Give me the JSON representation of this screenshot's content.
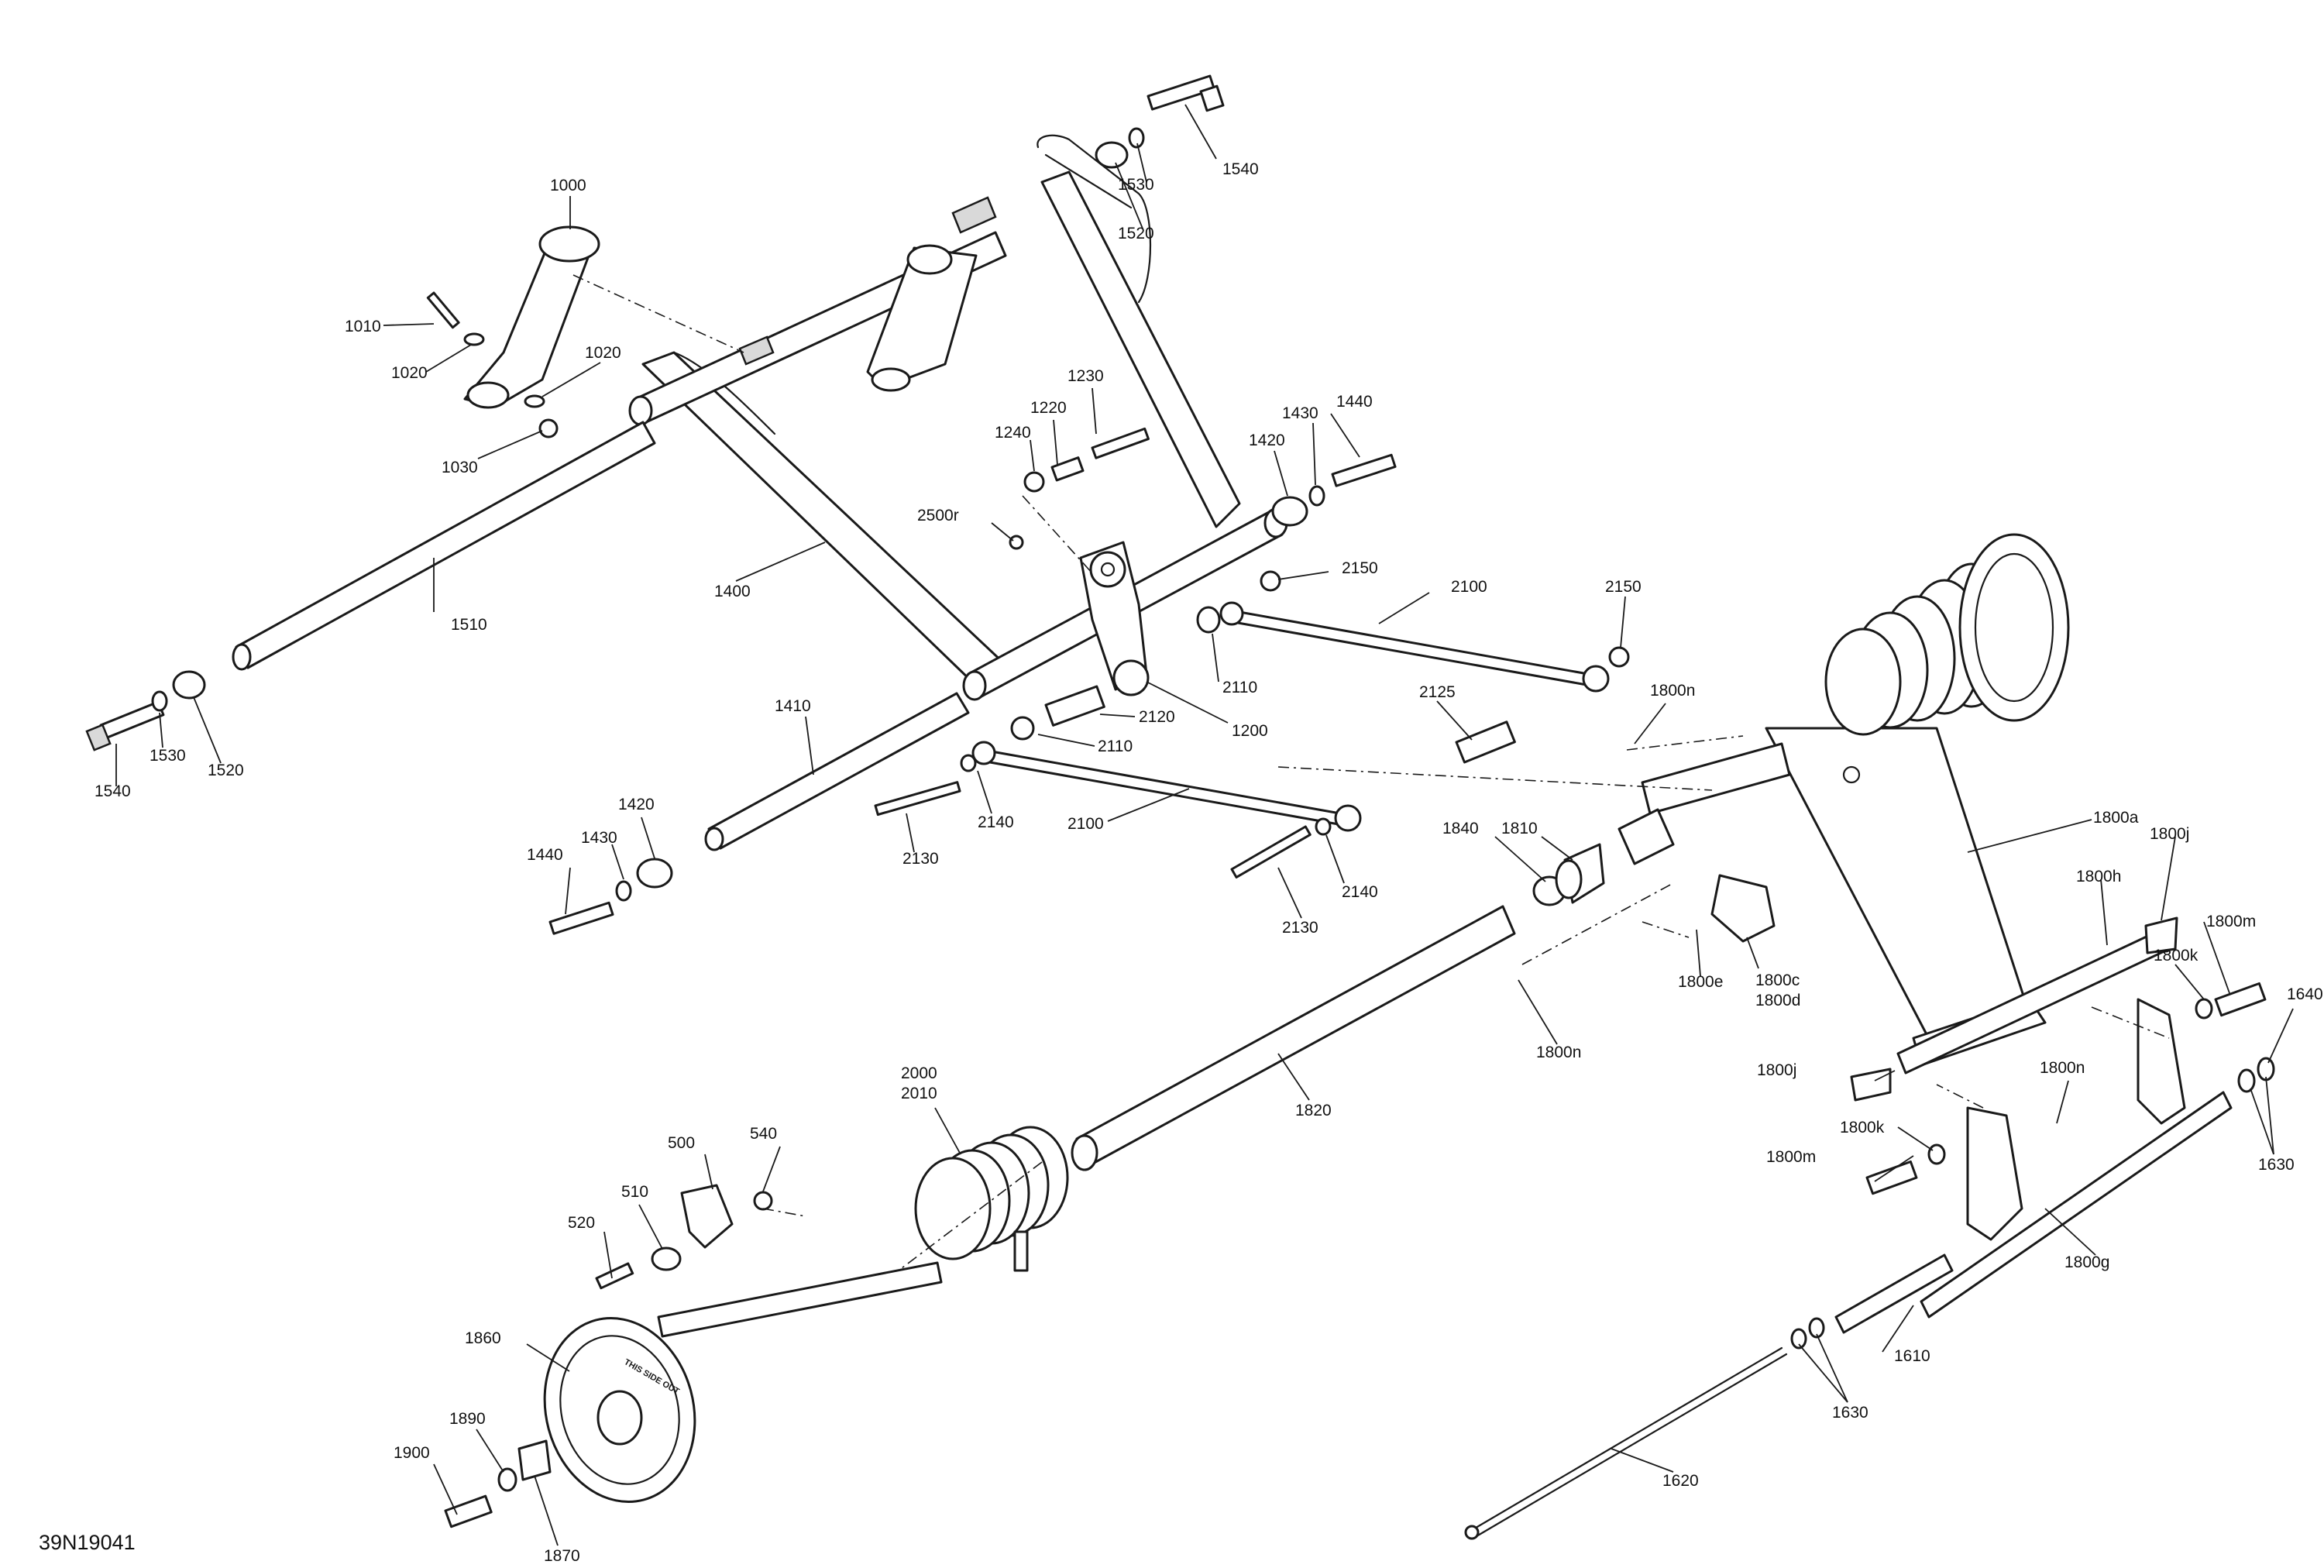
{
  "figure_id": "39N19041",
  "wheel_imprint": "THIS SIDE OUT",
  "callouts": {
    "p1000": "1000",
    "p1010": "1010",
    "p1020a": "1020",
    "p1020b": "1020",
    "p1030": "1030",
    "p1540top": "1540",
    "p1530top": "1530",
    "p1520top": "1520",
    "p1230": "1230",
    "p1220": "1220",
    "p1240": "1240",
    "p1440top": "1440",
    "p1430top": "1430",
    "p1420top": "1420",
    "p2500r": "2500r",
    "p1510": "1510",
    "p1400": "1400",
    "p2150a": "2150",
    "p2100a": "2100",
    "p2150b": "2150",
    "p2110a": "2110",
    "p1200": "1200",
    "p2120": "2120",
    "p2110b": "2110",
    "p1410": "1410",
    "p2125": "2125",
    "p1800n_a": "1800n",
    "p1540left": "1540",
    "p1530left": "1530",
    "p1520left": "1520",
    "p1420left": "1420",
    "p1430left": "1430",
    "p1440left": "1440",
    "p2140a": "2140",
    "p2130a": "2130",
    "p2100b": "2100",
    "p2140b": "2140",
    "p2130b": "2130",
    "p1840": "1840",
    "p1810": "1810",
    "p1800a": "1800a",
    "p1800j_a": "1800j",
    "p1800h": "1800h",
    "p1800m_a": "1800m",
    "p1800k_a": "1800k",
    "p1640": "1640",
    "p1800e": "1800e",
    "p1800c": "1800c",
    "p1800d": "1800d",
    "p1800n_b": "1800n",
    "p1800j_b": "1800j",
    "p1800n_c": "1800n",
    "p1800k_b": "1800k",
    "p1800m_b": "1800m",
    "p1630a": "1630",
    "p1800g": "1800g",
    "p1820": "1820",
    "p2000": "2000",
    "p2010": "2010",
    "p500": "500",
    "p540": "540",
    "p510": "510",
    "p520": "520",
    "p1860": "1860",
    "p1890": "1890",
    "p1900": "1900",
    "p1870": "1870",
    "p1610": "1610",
    "p1630b": "1630",
    "p1620": "1620"
  }
}
